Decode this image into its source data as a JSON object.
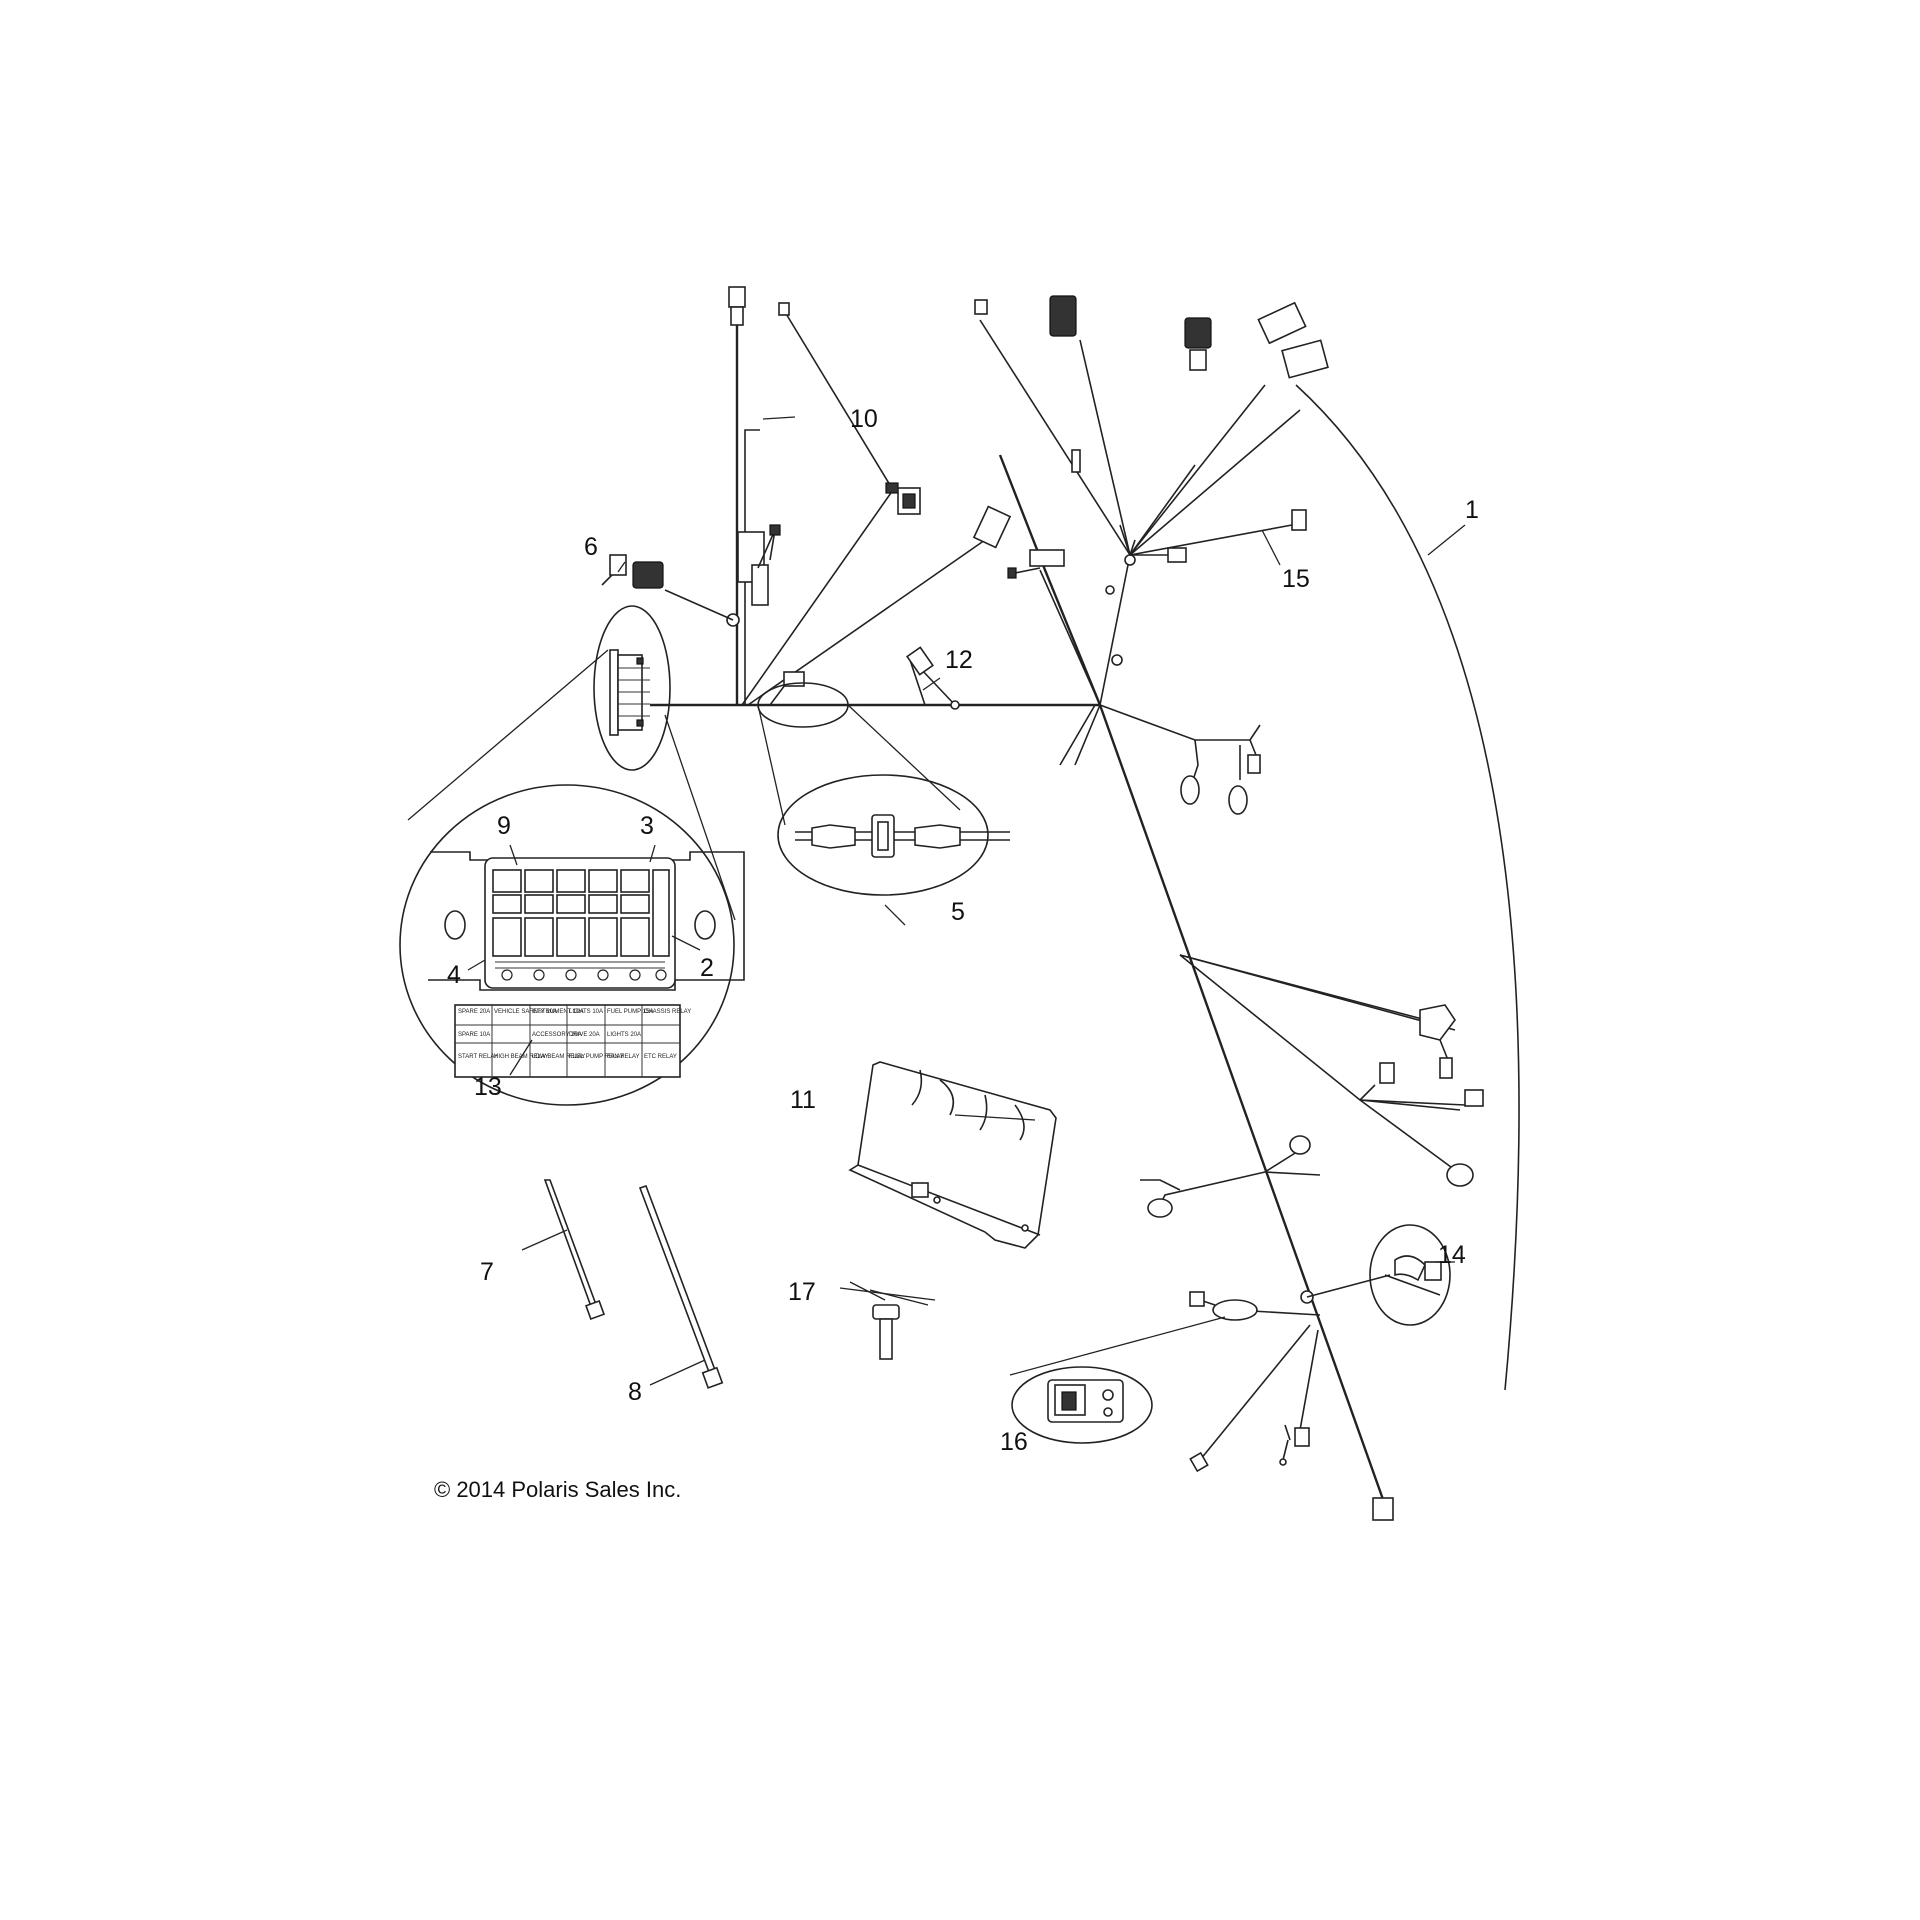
{
  "callouts": [
    {
      "id": "1",
      "text": "1"
    },
    {
      "id": "2",
      "text": "2"
    },
    {
      "id": "3",
      "text": "3"
    },
    {
      "id": "4",
      "text": "4"
    },
    {
      "id": "5",
      "text": "5"
    },
    {
      "id": "6",
      "text": "6"
    },
    {
      "id": "7",
      "text": "7"
    },
    {
      "id": "8",
      "text": "8"
    },
    {
      "id": "9",
      "text": "9"
    },
    {
      "id": "10",
      "text": "10"
    },
    {
      "id": "11",
      "text": "11"
    },
    {
      "id": "12",
      "text": "12"
    },
    {
      "id": "13",
      "text": "13"
    },
    {
      "id": "14",
      "text": "14"
    },
    {
      "id": "15",
      "text": "15"
    },
    {
      "id": "16",
      "text": "16"
    },
    {
      "id": "17",
      "text": "17"
    }
  ],
  "copyright": "© 2014 Polaris Sales Inc.",
  "fuse_label_table": {
    "row1": [
      "SPARE 20A",
      "VEHICLE SAFETY 10A",
      "INSTRUMENT 10A",
      "LIGHTS 10A",
      "FUEL PUMP 15A",
      "CHASSIS RELAY"
    ],
    "row2": [
      "SPARE 10A",
      "",
      "ACCESSORY 20A",
      "DRIVE 20A",
      "LIGHTS 20A",
      ""
    ],
    "row3": [
      "START RELAY",
      "HIGH BEAM RELAY",
      "LOW BEAM RELAY",
      "FUEL PUMP RELAY",
      "FAN RELAY",
      "ETC RELAY"
    ]
  }
}
